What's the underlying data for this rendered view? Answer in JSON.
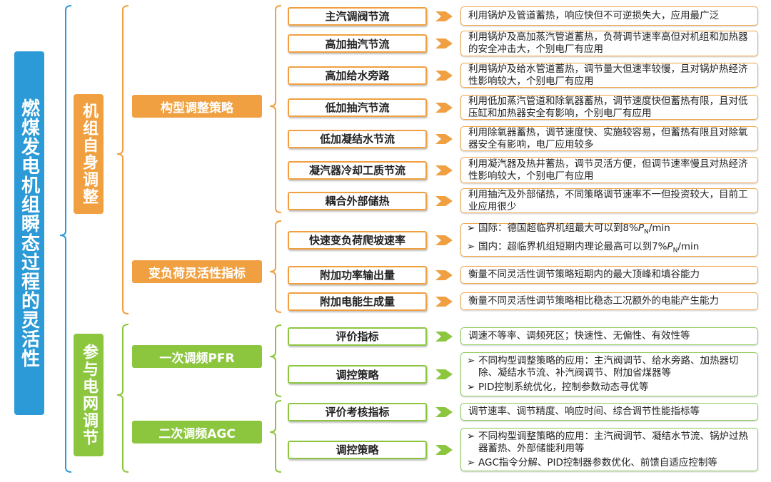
{
  "title": "燃煤发电机组瞬态过程的灵活性",
  "colors": {
    "blue": "#2b9ad6",
    "orange": "#f0a040",
    "green": "#8cc63f"
  },
  "groups": [
    {
      "label": "机组自身调整",
      "color": "orange",
      "subgroups": [
        {
          "label": "构型调整策略",
          "items": [
            {
              "label": "主汽调阀节流",
              "desc": [
                "利用锅炉及管道蓄热，响应快但不可逆损失大，应用最广泛"
              ]
            },
            {
              "label": "高加抽汽节流",
              "desc": [
                "利用锅炉及高加蒸汽管道蓄热，负荷调节速率高但对机组和加热器的安全冲击大，个别电厂有应用"
              ]
            },
            {
              "label": "高加给水旁路",
              "desc": [
                "利用锅炉及给水管道蓄热，调节量大但速率较慢，且对锅炉热经济性影响较大，个别电厂有应用"
              ]
            },
            {
              "label": "低加抽汽节流",
              "desc": [
                "利用低加蒸汽管道和除氧器蓄热，调节速度快但蓄热有限，且对低压缸和加热器安全有影响，个别电厂有应用"
              ]
            },
            {
              "label": "低加凝结水节流",
              "desc": [
                "利用除氧器蓄热，调节速度快、实施较容易，但蓄热有限且对除氧器安全有影响，电厂应用较多"
              ]
            },
            {
              "label": "凝汽器冷却工质节流",
              "desc": [
                "利用凝汽器及热井蓄热，调节灵活方便，但调节速率慢且对热经济性影响较大，个别电厂有应用"
              ]
            },
            {
              "label": "耦合外部储热",
              "desc": [
                "利用抽汽及外部储热，不同策略调节速率不一但投资较大，目前工业应用很少"
              ]
            }
          ]
        },
        {
          "label": "变负荷灵活性指标",
          "items": [
            {
              "label": "快速变负荷爬坡速率",
              "bullets": [
                "国际：德国超临界机组最大可以到8%PN/min",
                "国内：超临界机组短期内理论最高可以到7%PN/min"
              ]
            },
            {
              "label": "附加功率输出量",
              "desc": [
                "衡量不同灵活性调节策略短期内的最大顶峰和填谷能力"
              ]
            },
            {
              "label": "附加电能生成量",
              "desc": [
                "衡量不同灵活性调节策略相比稳态工况额外的电能产生能力"
              ]
            }
          ]
        }
      ]
    },
    {
      "label": "参与电网调节",
      "color": "green",
      "subgroups": [
        {
          "label": "一次调频PFR",
          "items": [
            {
              "label": "评价指标",
              "desc": [
                "调速不等率、调频死区；快速性、无偏性、有效性等"
              ]
            },
            {
              "label": "调控策略",
              "bullets": [
                "不同构型调整策略的应用：主汽阀调节、给水旁路、加热器切除、凝结水节流、补汽阀调节、附加省煤器等",
                "PID控制系统优化，控制参数动态寻优等"
              ]
            }
          ]
        },
        {
          "label": "二次调频AGC",
          "items": [
            {
              "label": "评价考核指标",
              "desc": [
                "调节速率、调节精度、响应时间、综合调节性能指标等"
              ]
            },
            {
              "label": "调控策略",
              "bullets": [
                "不同构型调整策略的应用：主汽阀调节、凝结水节流、锅炉过热器蓄热、外部储能利用等",
                "AGC指令分解、PID控制器参数优化、前馈自适应控制等"
              ]
            }
          ]
        }
      ]
    }
  ]
}
